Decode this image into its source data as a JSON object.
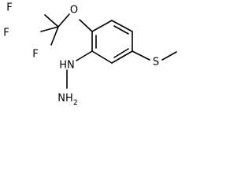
{
  "molecule": {
    "atoms": {
      "f_top": "F",
      "f_left": "F",
      "f_bottom": "F",
      "o": "O",
      "s": "S",
      "hn": "HN",
      "nh2_n": "NH",
      "nh2_sub": "2"
    }
  }
}
